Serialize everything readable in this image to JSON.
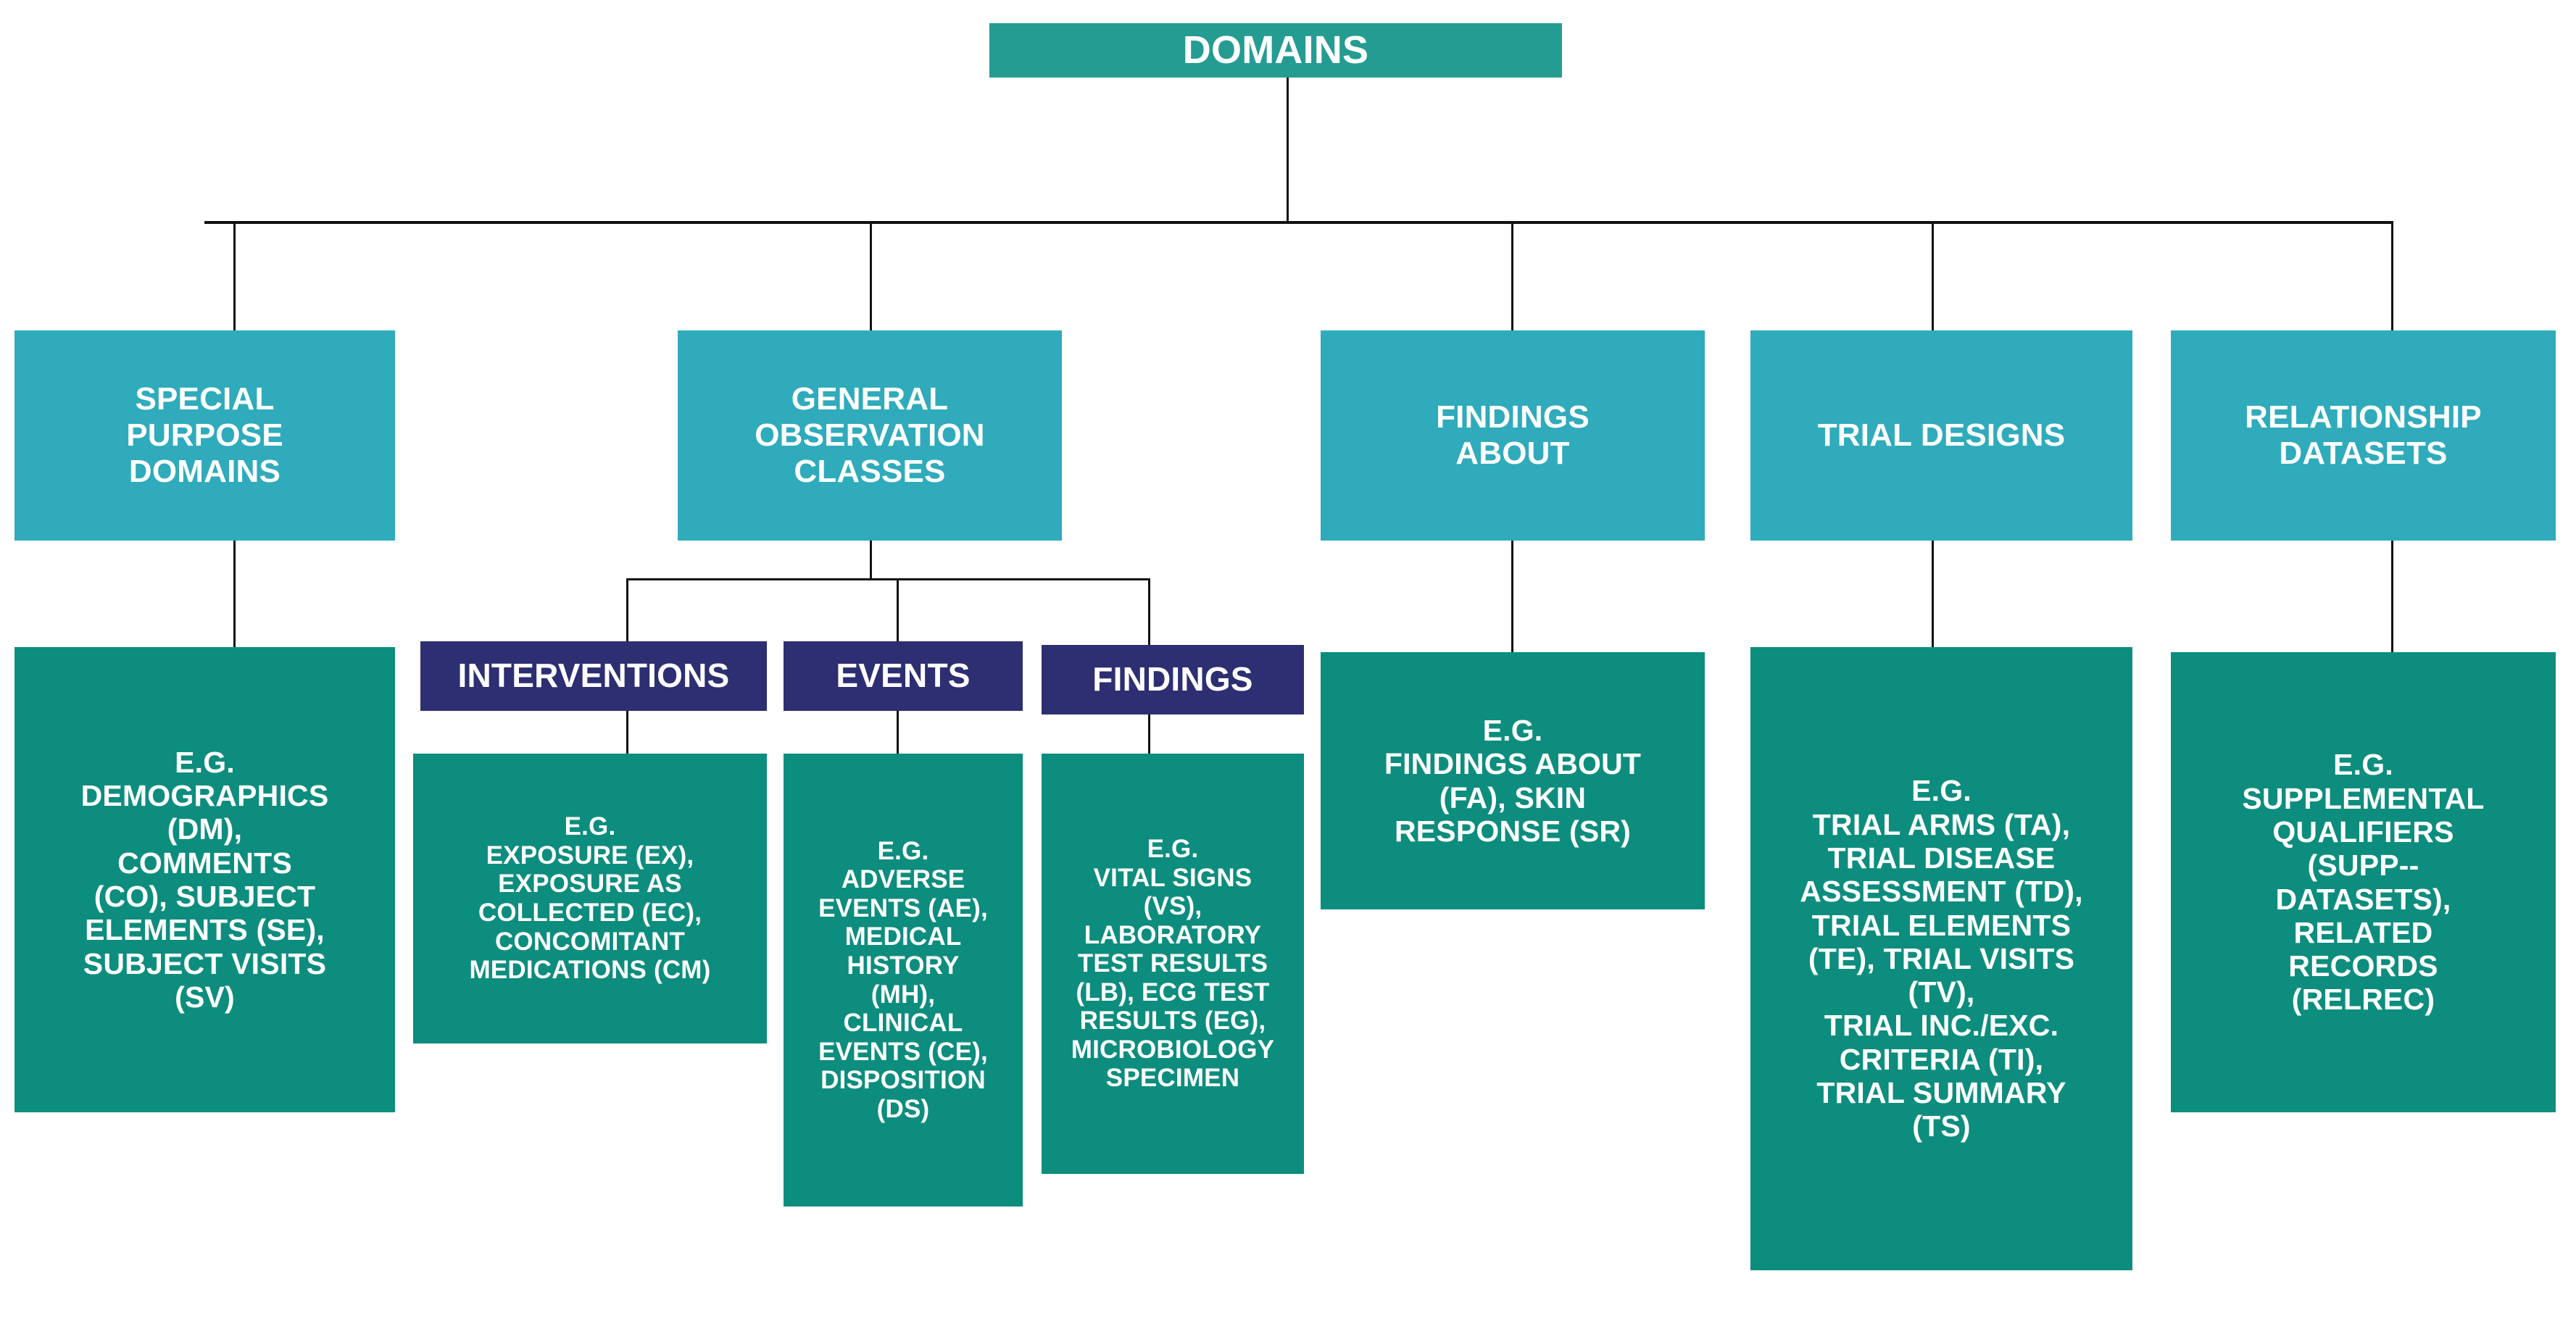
{
  "diagram": {
    "title": "DOMAINS",
    "root": {
      "label": "DOMAINS"
    },
    "categories": [
      {
        "label": "SPECIAL\nPURPOSE\nDOMAINS"
      },
      {
        "label": "GENERAL\nOBSERVATION\nCLASSES"
      },
      {
        "label": "FINDINGS\nABOUT"
      },
      {
        "label": "TRIAL DESIGNS"
      },
      {
        "label": "RELATIONSHIP\nDATASETS"
      }
    ],
    "observation_classes": [
      {
        "label": "INTERVENTIONS"
      },
      {
        "label": "EVENTS"
      },
      {
        "label": "FINDINGS"
      }
    ],
    "examples": {
      "special_purpose": "E.G.\nDEMOGRAPHICS\n(DM),\nCOMMENTS\n(CO), SUBJECT\nELEMENTS (SE),\nSUBJECT VISITS\n(SV)",
      "interventions": "E.G.\nEXPOSURE (EX),\nEXPOSURE AS\nCOLLECTED (EC),\nCONCOMITANT\nMEDICATIONS (CM)",
      "events": "E.G.\nADVERSE\nEVENTS (AE),\nMEDICAL\nHISTORY\n(MH),\nCLINICAL\nEVENTS (CE),\nDISPOSITION\n(DS)",
      "findings": "E.G.\nVITAL SIGNS\n(VS),\nLABORATORY\nTEST RESULTS\n(LB), ECG TEST\nRESULTS (EG),\nMICROBIOLOGY\nSPECIMEN",
      "findings_about": "E.G.\nFINDINGS ABOUT\n(FA), SKIN\nRESPONSE (SR)",
      "trial_designs": "E.G.\nTRIAL ARMS (TA),\nTRIAL DISEASE\nASSESSMENT (TD),\nTRIAL ELEMENTS\n(TE), TRIAL VISITS\n(TV),\nTRIAL INC./EXC.\nCRITERIA (TI),\nTRIAL SUMMARY\n(TS)",
      "relationship_datasets": "E.G.\nSUPPLEMENTAL\nQUALIFIERS\n(SUPP--\nDATASETS),\nRELATED\nRECORDS\n(RELREC)"
    },
    "colors": {
      "root_teal": "#259C92",
      "category_blue": "#2FABBB",
      "class_navy": "#2D2F72",
      "detail_green": "#0D8D7E",
      "connector_black": "#111111",
      "text_white": "#FFFFFF"
    }
  }
}
